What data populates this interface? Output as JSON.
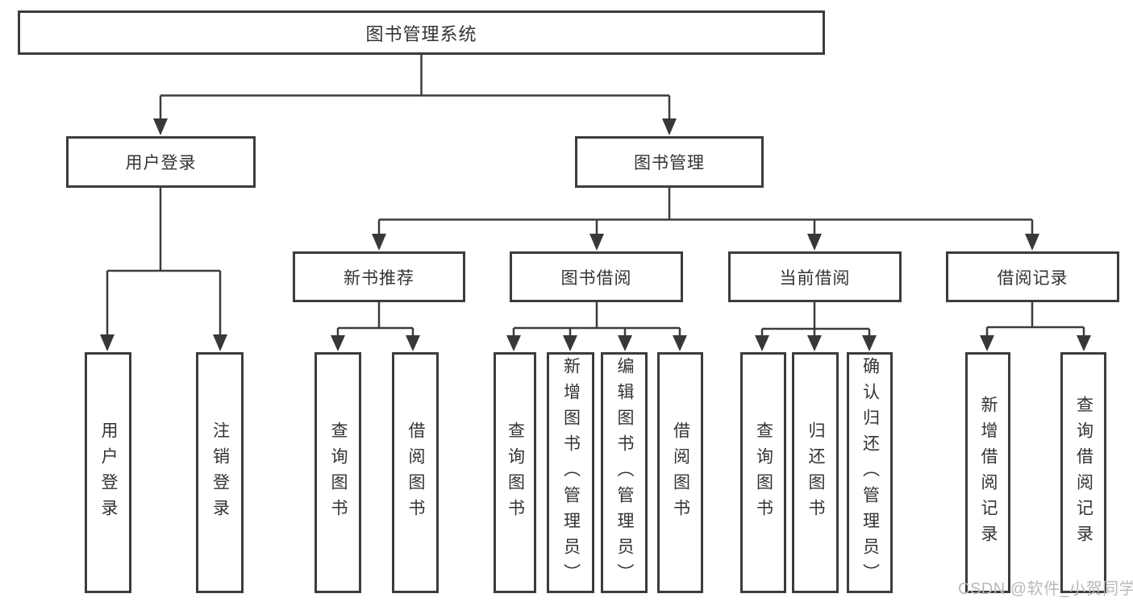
{
  "diagram_title": "图书管理系统",
  "tree": {
    "label": "图书管理系统",
    "children": [
      {
        "label": "用户登录",
        "children": [
          {
            "label": "用户登录"
          },
          {
            "label": "注销登录"
          }
        ]
      },
      {
        "label": "图书管理",
        "children": [
          {
            "label": "新书推荐",
            "children": [
              {
                "label": "查询图书"
              },
              {
                "label": "借阅图书"
              }
            ]
          },
          {
            "label": "图书借阅",
            "children": [
              {
                "label": "查询图书"
              },
              {
                "label": "新增图书（管理员）"
              },
              {
                "label": "编辑图书（管理员）"
              },
              {
                "label": "借阅图书"
              }
            ]
          },
          {
            "label": "当前借阅",
            "children": [
              {
                "label": "查询图书"
              },
              {
                "label": "归还图书"
              },
              {
                "label": "确认归还（管理员）"
              }
            ]
          },
          {
            "label": "借阅记录",
            "children": [
              {
                "label": "新增借阅记录"
              },
              {
                "label": "查询借阅记录"
              }
            ]
          }
        ]
      }
    ]
  },
  "watermark": {
    "text": "CSDN @软件_小贺同学"
  },
  "colors": {
    "line": "#3c3c3c",
    "box_border": "#3c3c3c",
    "text": "#333333",
    "watermark": "#b9b9b9",
    "background": "#ffffff"
  }
}
